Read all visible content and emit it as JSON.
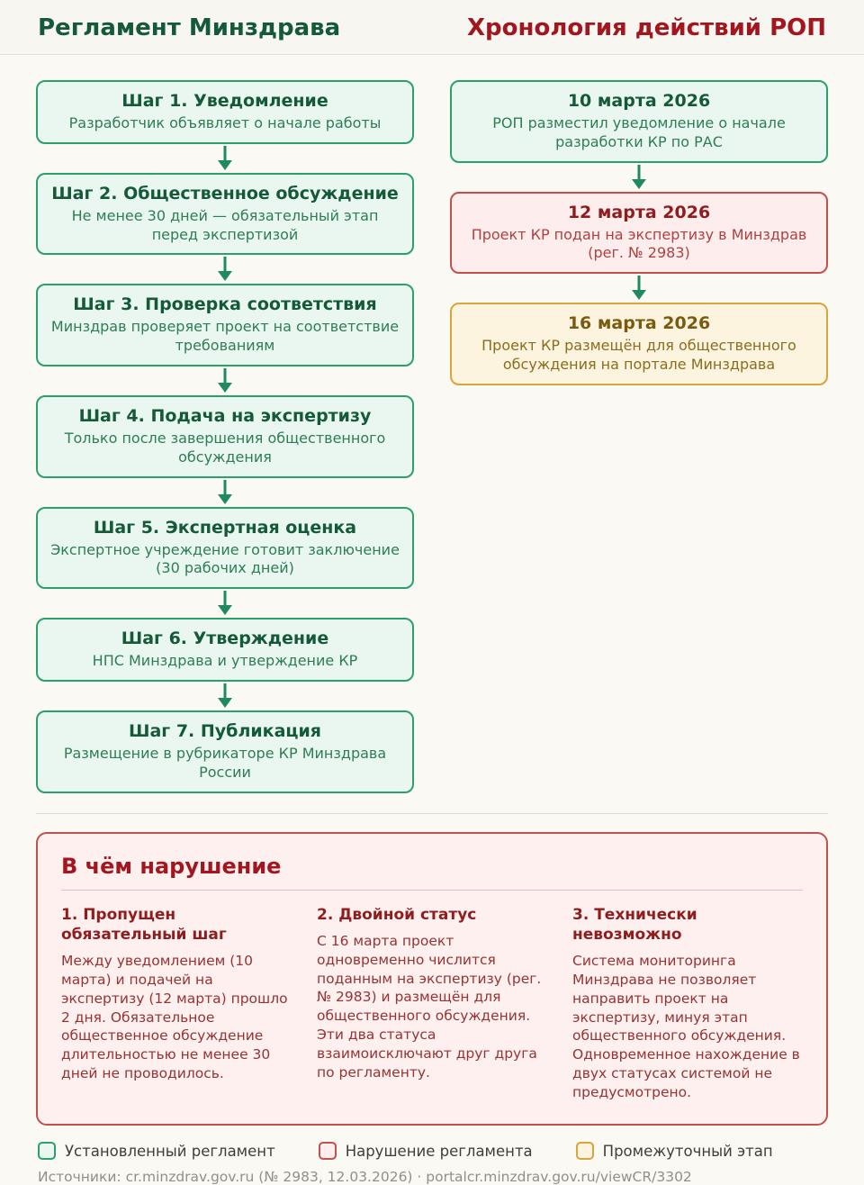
{
  "header": {
    "left_title": "Регламент Минздрава",
    "right_title": "Хронология действий РОП"
  },
  "regulation_steps": [
    {
      "title": "Шаг 1. Уведомление",
      "desc": "Разработчик объявляет о начале работы"
    },
    {
      "title": "Шаг 2. Общественное обсуждение",
      "desc": "Не менее 30 дней — обязательный этап перед экспертизой"
    },
    {
      "title": "Шаг 3. Проверка соответствия",
      "desc": "Минздрав проверяет проект на соответствие требованиям"
    },
    {
      "title": "Шаг 4. Подача на экспертизу",
      "desc": "Только после завершения общественного обсуждения"
    },
    {
      "title": "Шаг 5. Экспертная оценка",
      "desc": "Экспертное учреждение готовит заключение (30 рабочих дней)"
    },
    {
      "title": "Шаг 6. Утверждение",
      "desc": "НПС Минздрава и утверждение КР"
    },
    {
      "title": "Шаг 7. Публикация",
      "desc": "Размещение в рубрикаторе КР Минздрава России"
    }
  ],
  "timeline": [
    {
      "date": "10 марта 2026",
      "desc": "РОП разместил уведомление о начале разработки КР по РАС",
      "status": "green"
    },
    {
      "date": "12 марта 2026",
      "desc": "Проект КР подан на экспертизу в Минздрав (рег. № 2983)",
      "status": "red"
    },
    {
      "date": "16 марта 2026",
      "desc": "Проект КР размещён для общественного обсуждения на портале Минздрава",
      "status": "yellow"
    }
  ],
  "violation": {
    "title": "В чём нарушение",
    "items": [
      {
        "title": "1. Пропущен обязательный шаг",
        "text": "Между уведомлением (10 марта) и подачей на экспертизу (12 марта) прошло 2 дня. Обязательное общественное обсуждение длительностью не менее 30 дней не проводилось."
      },
      {
        "title": "2. Двойной статус",
        "text": "С 16 марта проект одновременно числится поданным на экспертизу (рег. № 2983) и размещён для общественного обсуждения. Эти два статуса взаимоисключают друг друга по регламенту."
      },
      {
        "title": "3. Технически невозможно",
        "text": "Система мониторинга Минздрава не позволяет направить проект на экспертизу, минуя этап общественного обсуждения. Одновременное нахождение в двух статусах системой не предусмотрено."
      }
    ]
  },
  "legend": [
    {
      "label": "Установленный регламент",
      "color": "green"
    },
    {
      "label": "Нарушение регламента",
      "color": "red"
    },
    {
      "label": "Промежуточный этап",
      "color": "yellow"
    }
  ],
  "footer": "Источники: cr.minzdrav.gov.ru (№ 2983, 12.03.2026)  ·  portalcr.minzdrav.gov.ru/viewCR/3302",
  "colors": {
    "regulation_green_border": "#2ba06b",
    "regulation_green_fill": "#e9f7f0",
    "violation_red_border": "#c2504d",
    "violation_red_fill": "#fdeeed",
    "intermediate_yellow_border": "#d9a43c",
    "intermediate_yellow_fill": "#fcf4de",
    "title_green": "#155a38",
    "title_red": "#a2161f",
    "arrow_green": "#1f8a5f"
  }
}
